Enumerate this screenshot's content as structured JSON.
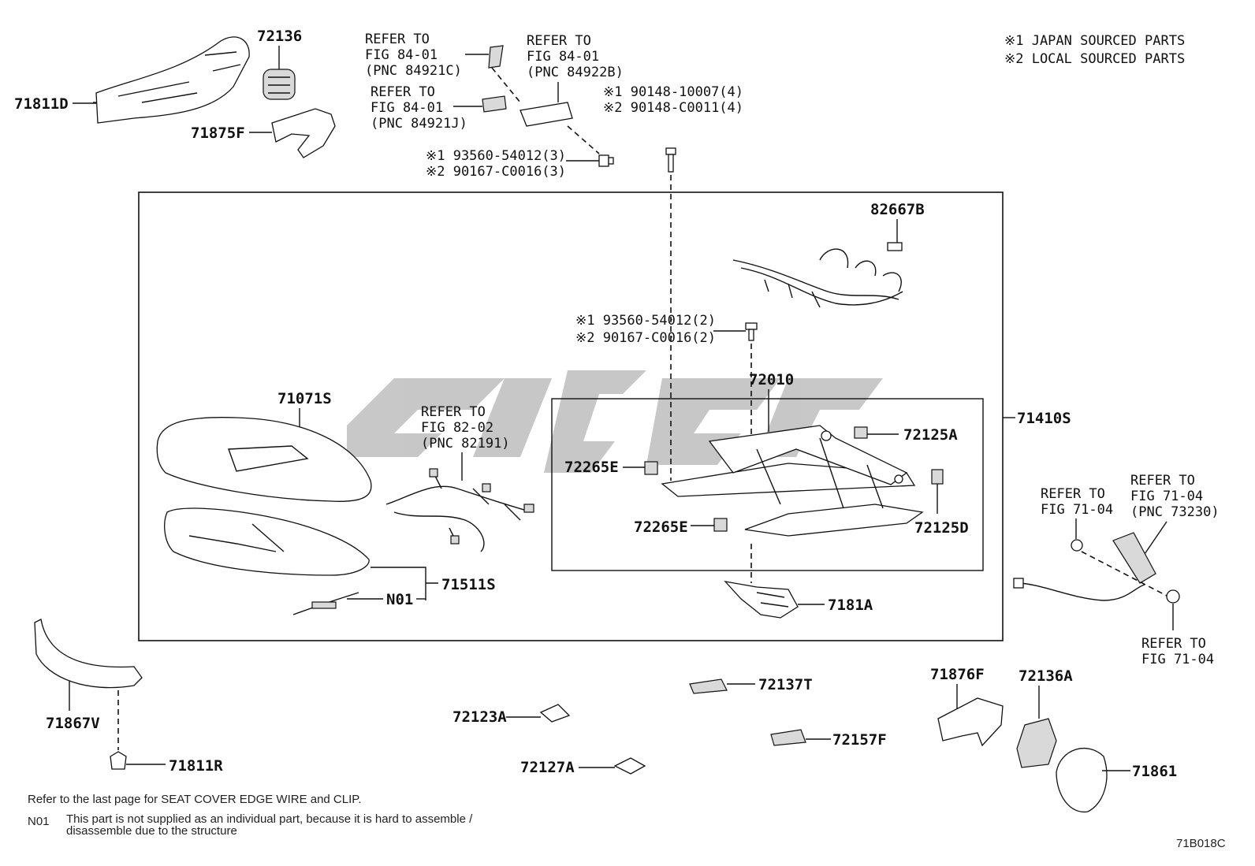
{
  "legend": {
    "item1": "※1 JAPAN SOURCED PARTS",
    "item2": "※2 LOCAL SOURCED PARTS"
  },
  "parts": {
    "p71811D": "71811D",
    "p72136": "72136",
    "p71875F": "71875F",
    "p82667B": "82667B",
    "p71071S": "71071S",
    "p72010": "72010",
    "p72125A": "72125A",
    "p71410S": "71410S",
    "p72265E_1": "72265E",
    "p72265E_2": "72265E",
    "p72125D": "72125D",
    "p71511S": "71511S",
    "pN01": "N01",
    "p7181A": "7181A",
    "p71867V": "71867V",
    "p71811R": "71811R",
    "p72137T": "72137T",
    "p72123A": "72123A",
    "p72157F": "72157F",
    "p72127A": "72127A",
    "p71876F": "71876F",
    "p72136A": "72136A",
    "p71861": "71861"
  },
  "references": {
    "r1": [
      "REFER TO",
      "FIG 84-01",
      "(PNC 84921C)"
    ],
    "r2": [
      "REFER TO",
      "FIG 84-01",
      "(PNC 84922B)"
    ],
    "r3": [
      "REFER TO",
      "FIG 84-01",
      "(PNC 84921J)"
    ],
    "r4": [
      "REFER TO",
      "FIG 82-02",
      "(PNC 82191)"
    ],
    "r5": [
      "REFER TO",
      "FIG 71-04"
    ],
    "r6": [
      "REFER TO",
      "FIG 71-04",
      "(PNC 73230)"
    ],
    "r7": [
      "REFER TO",
      "FIG 71-04"
    ]
  },
  "bolts": {
    "b1a": "※1 93560-54012(3)",
    "b1b": "※2 90167-C0016(3)",
    "b2a": "※1 90148-10007(4)",
    "b2b": "※2 90148-C0011(4)",
    "b3a": "※1 93560-54012(2)",
    "b3b": "※2 90167-C0016(2)"
  },
  "notes": {
    "edge_wire": "Refer to the last page for SEAT COVER EDGE WIRE and CLIP.",
    "n01_code": "N01",
    "n01_line1": "This part is not supplied as an individual part, because it is hard to assemble /",
    "n01_line2": "disassemble due to the structure"
  },
  "figure_id": "71B018C"
}
